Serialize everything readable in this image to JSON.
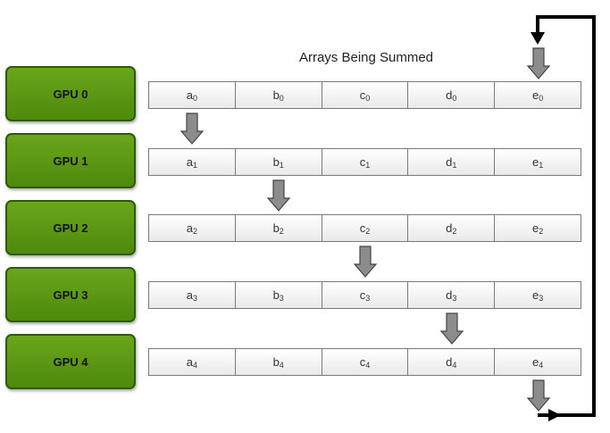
{
  "title": "Arrays Being Summed",
  "gpus": [
    {
      "label": "GPU 0",
      "cells": [
        [
          "a",
          "0"
        ],
        [
          "b",
          "0"
        ],
        [
          "c",
          "0"
        ],
        [
          "d",
          "0"
        ],
        [
          "e",
          "0"
        ]
      ]
    },
    {
      "label": "GPU 1",
      "cells": [
        [
          "a",
          "1"
        ],
        [
          "b",
          "1"
        ],
        [
          "c",
          "1"
        ],
        [
          "d",
          "1"
        ],
        [
          "e",
          "1"
        ]
      ]
    },
    {
      "label": "GPU 2",
      "cells": [
        [
          "a",
          "2"
        ],
        [
          "b",
          "2"
        ],
        [
          "c",
          "2"
        ],
        [
          "d",
          "2"
        ],
        [
          "e",
          "2"
        ]
      ]
    },
    {
      "label": "GPU 3",
      "cells": [
        [
          "a",
          "3"
        ],
        [
          "b",
          "3"
        ],
        [
          "c",
          "3"
        ],
        [
          "d",
          "3"
        ],
        [
          "e",
          "3"
        ]
      ]
    },
    {
      "label": "GPU 4",
      "cells": [
        [
          "a",
          "4"
        ],
        [
          "b",
          "4"
        ],
        [
          "c",
          "4"
        ],
        [
          "d",
          "4"
        ],
        [
          "e",
          "4"
        ]
      ]
    }
  ],
  "transfers": [
    {
      "from_gpu": 0,
      "to_gpu": 1,
      "column": 0
    },
    {
      "from_gpu": 1,
      "to_gpu": 2,
      "column": 1
    },
    {
      "from_gpu": 2,
      "to_gpu": 3,
      "column": 2
    },
    {
      "from_gpu": 3,
      "to_gpu": 4,
      "column": 3
    },
    {
      "from_gpu": 4,
      "to_gpu": 0,
      "column": 4
    }
  ],
  "colors": {
    "gpu_fill": "#5a9a14",
    "gpu_border": "#2f5a06",
    "arrow_fill": "#8c8c8c",
    "arrow_stroke": "#444444",
    "ring_line": "#000000"
  }
}
